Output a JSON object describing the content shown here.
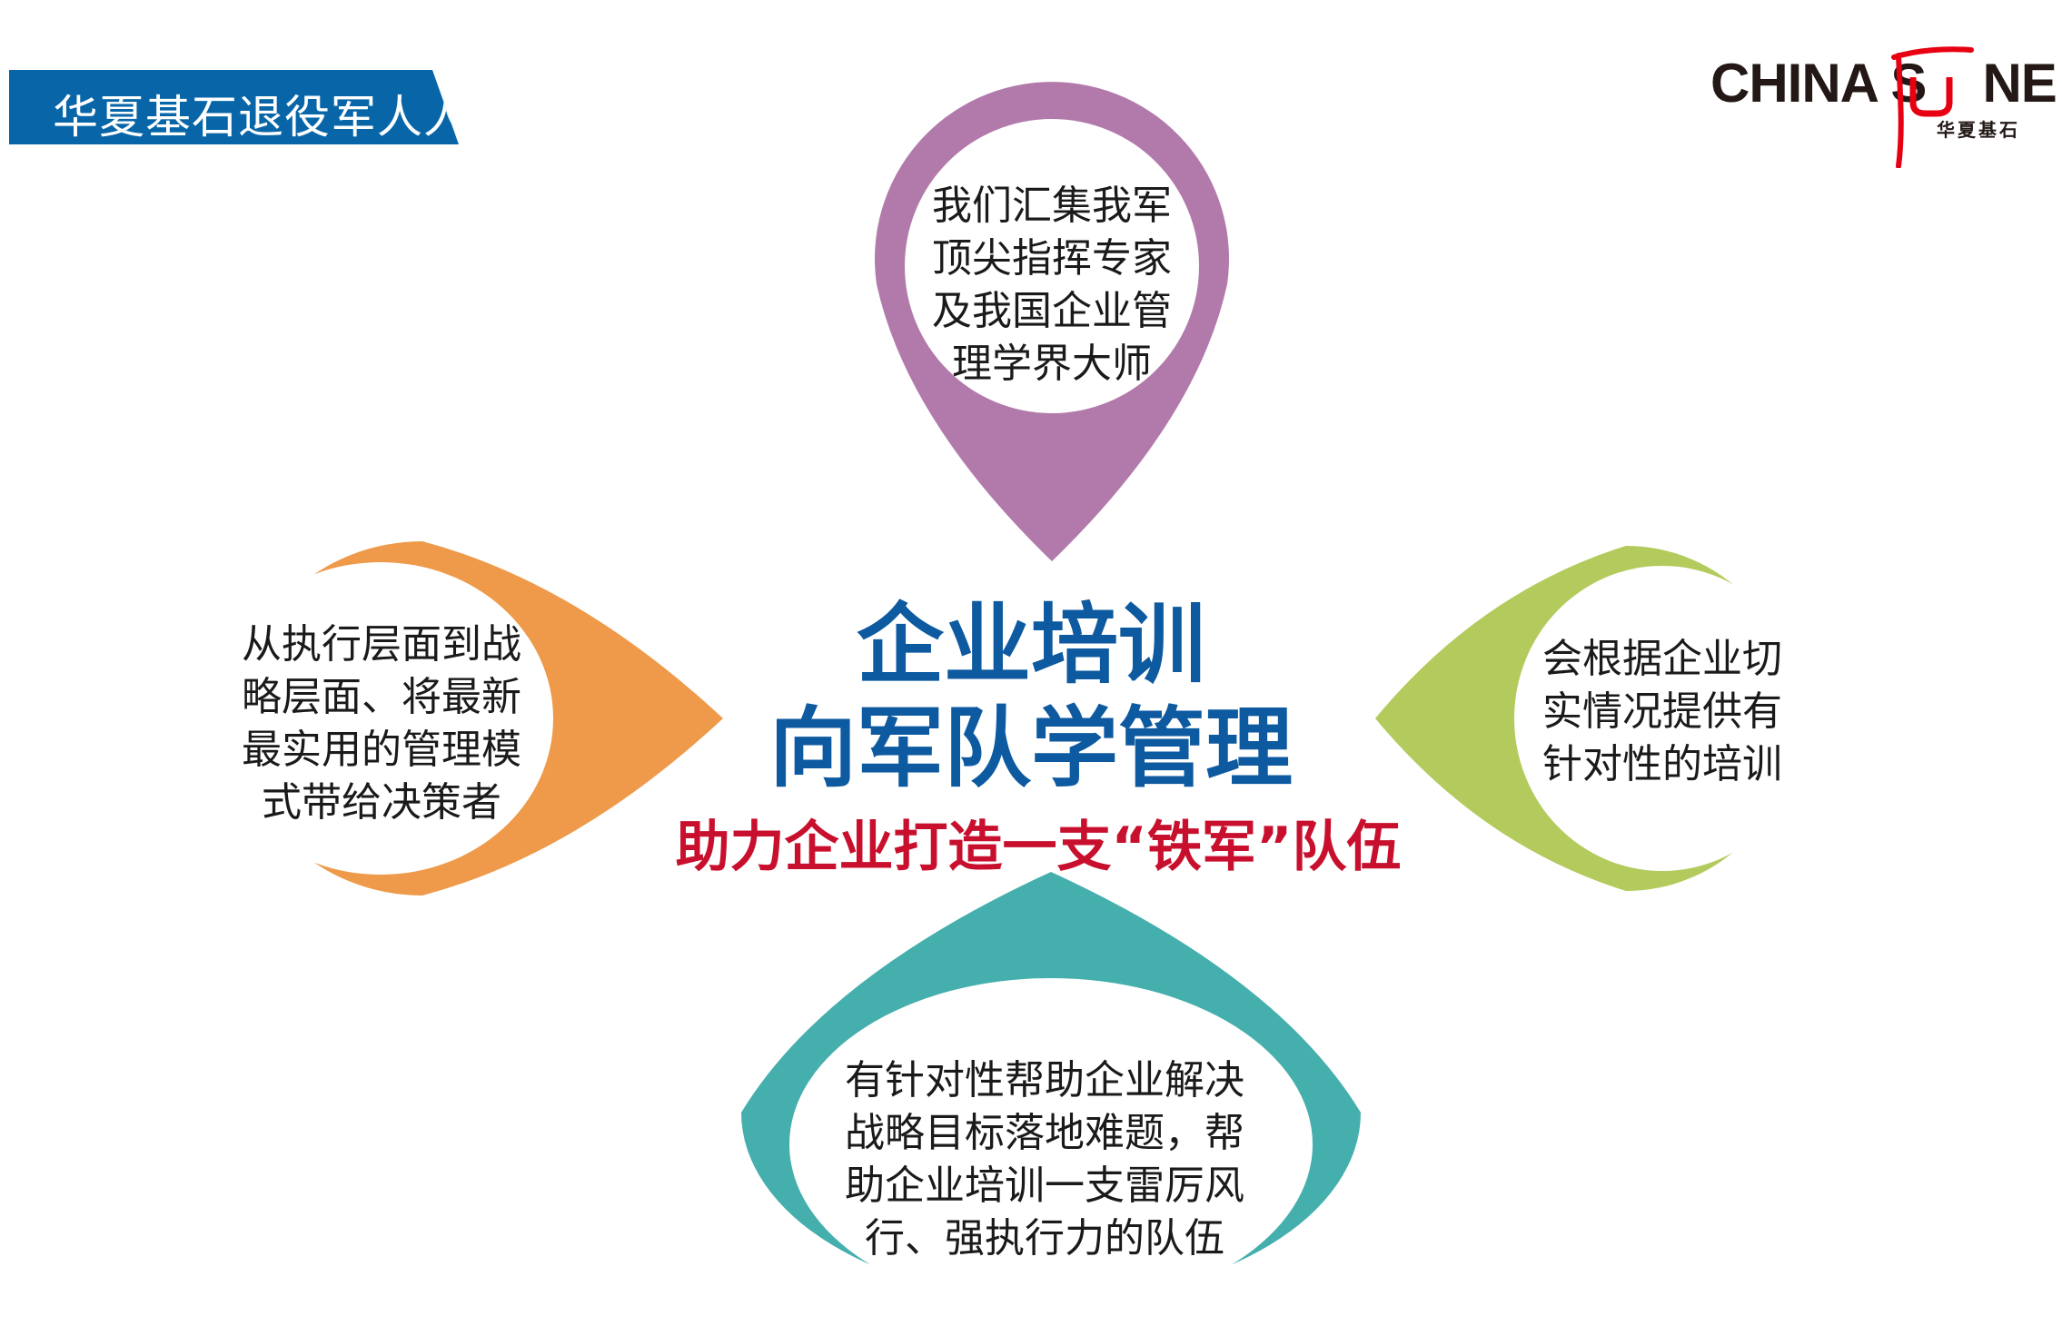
{
  "banner": {
    "title": "华夏基石退役军人人才服务"
  },
  "logo": {
    "text_left": "CHINA S",
    "text_right": "NE",
    "subtitle": "华夏基石"
  },
  "main": {
    "title_line1": "企业培训",
    "title_line2": "向军队学管理",
    "subtitle": "助力企业打造一支“铁军”队伍"
  },
  "bubbles": {
    "top": "我们汇集我军\n顶尖指挥专家\n及我国企业管\n理学界大师",
    "left": "从执行层面到战\n略层面、将最新\n最实用的管理模\n式带给决策者",
    "right": "会根据企业切\n实情况提供有\n针对性的培训",
    "bottom": "有针对性帮助企业解决\n战略目标落地难题，帮\n助企业培训一支雷厉风\n行、强执行力的队伍"
  },
  "colors": {
    "banner": "#0866a8",
    "title": "#0d5aa0",
    "subtitle": "#c8102e",
    "purple": "#b17aab",
    "orange": "#ee9a4a",
    "green": "#b3ca5c",
    "teal": "#44afad"
  }
}
